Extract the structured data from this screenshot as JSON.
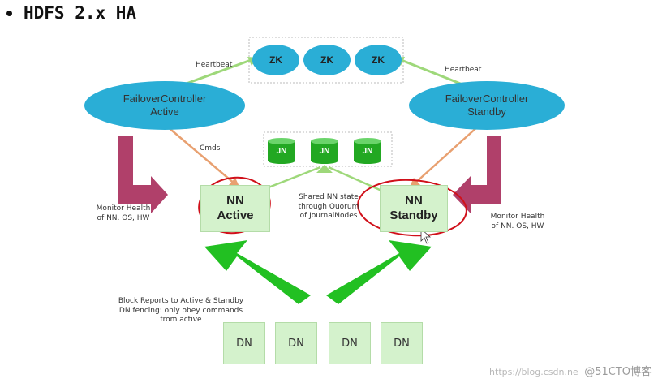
{
  "title": "HDFS 2.x HA",
  "zk": {
    "labels": [
      "ZK",
      "ZK",
      "ZK"
    ]
  },
  "jn": {
    "labels": [
      "JN",
      "JN",
      "JN"
    ]
  },
  "failover_active": {
    "line1": "FailoverController",
    "line2": "Active"
  },
  "failover_standby": {
    "line1": "FailoverController",
    "line2": "Standby"
  },
  "heartbeat_left": "Heartbeat",
  "heartbeat_right": "Heartbeat",
  "cmds": "Cmds",
  "nn_active": {
    "line1": "NN",
    "line2": "Active"
  },
  "nn_standby": {
    "line1": "NN",
    "line2": "Standby"
  },
  "shared_state": {
    "line1": "Shared NN state",
    "line2": "through Quorum",
    "line3": "of JournalNodes"
  },
  "monitor_left": {
    "line1": "Monitor Health",
    "line2": "of NN. OS, HW"
  },
  "monitor_right": {
    "line1": "Monitor Health",
    "line2": "of NN. OS, HW"
  },
  "block_reports": {
    "line1": "Block Reports to Active & Standby",
    "line2": "DN fencing: only obey commands",
    "line3": "from active"
  },
  "datanodes": {
    "labels": [
      "DN",
      "DN",
      "DN",
      "DN"
    ]
  },
  "watermark": {
    "url": "https://blog.csdn.ne",
    "brand": "@51CTO博客"
  },
  "colors": {
    "ellipse": "#2aaed6",
    "box_fill": "#d4f2cc",
    "green_arrow": "#22c022",
    "orange_line": "#e8a070",
    "light_green_line": "#9ed87a",
    "maroon_arrow": "#b0406a",
    "annotation_red": "#d0101a"
  }
}
